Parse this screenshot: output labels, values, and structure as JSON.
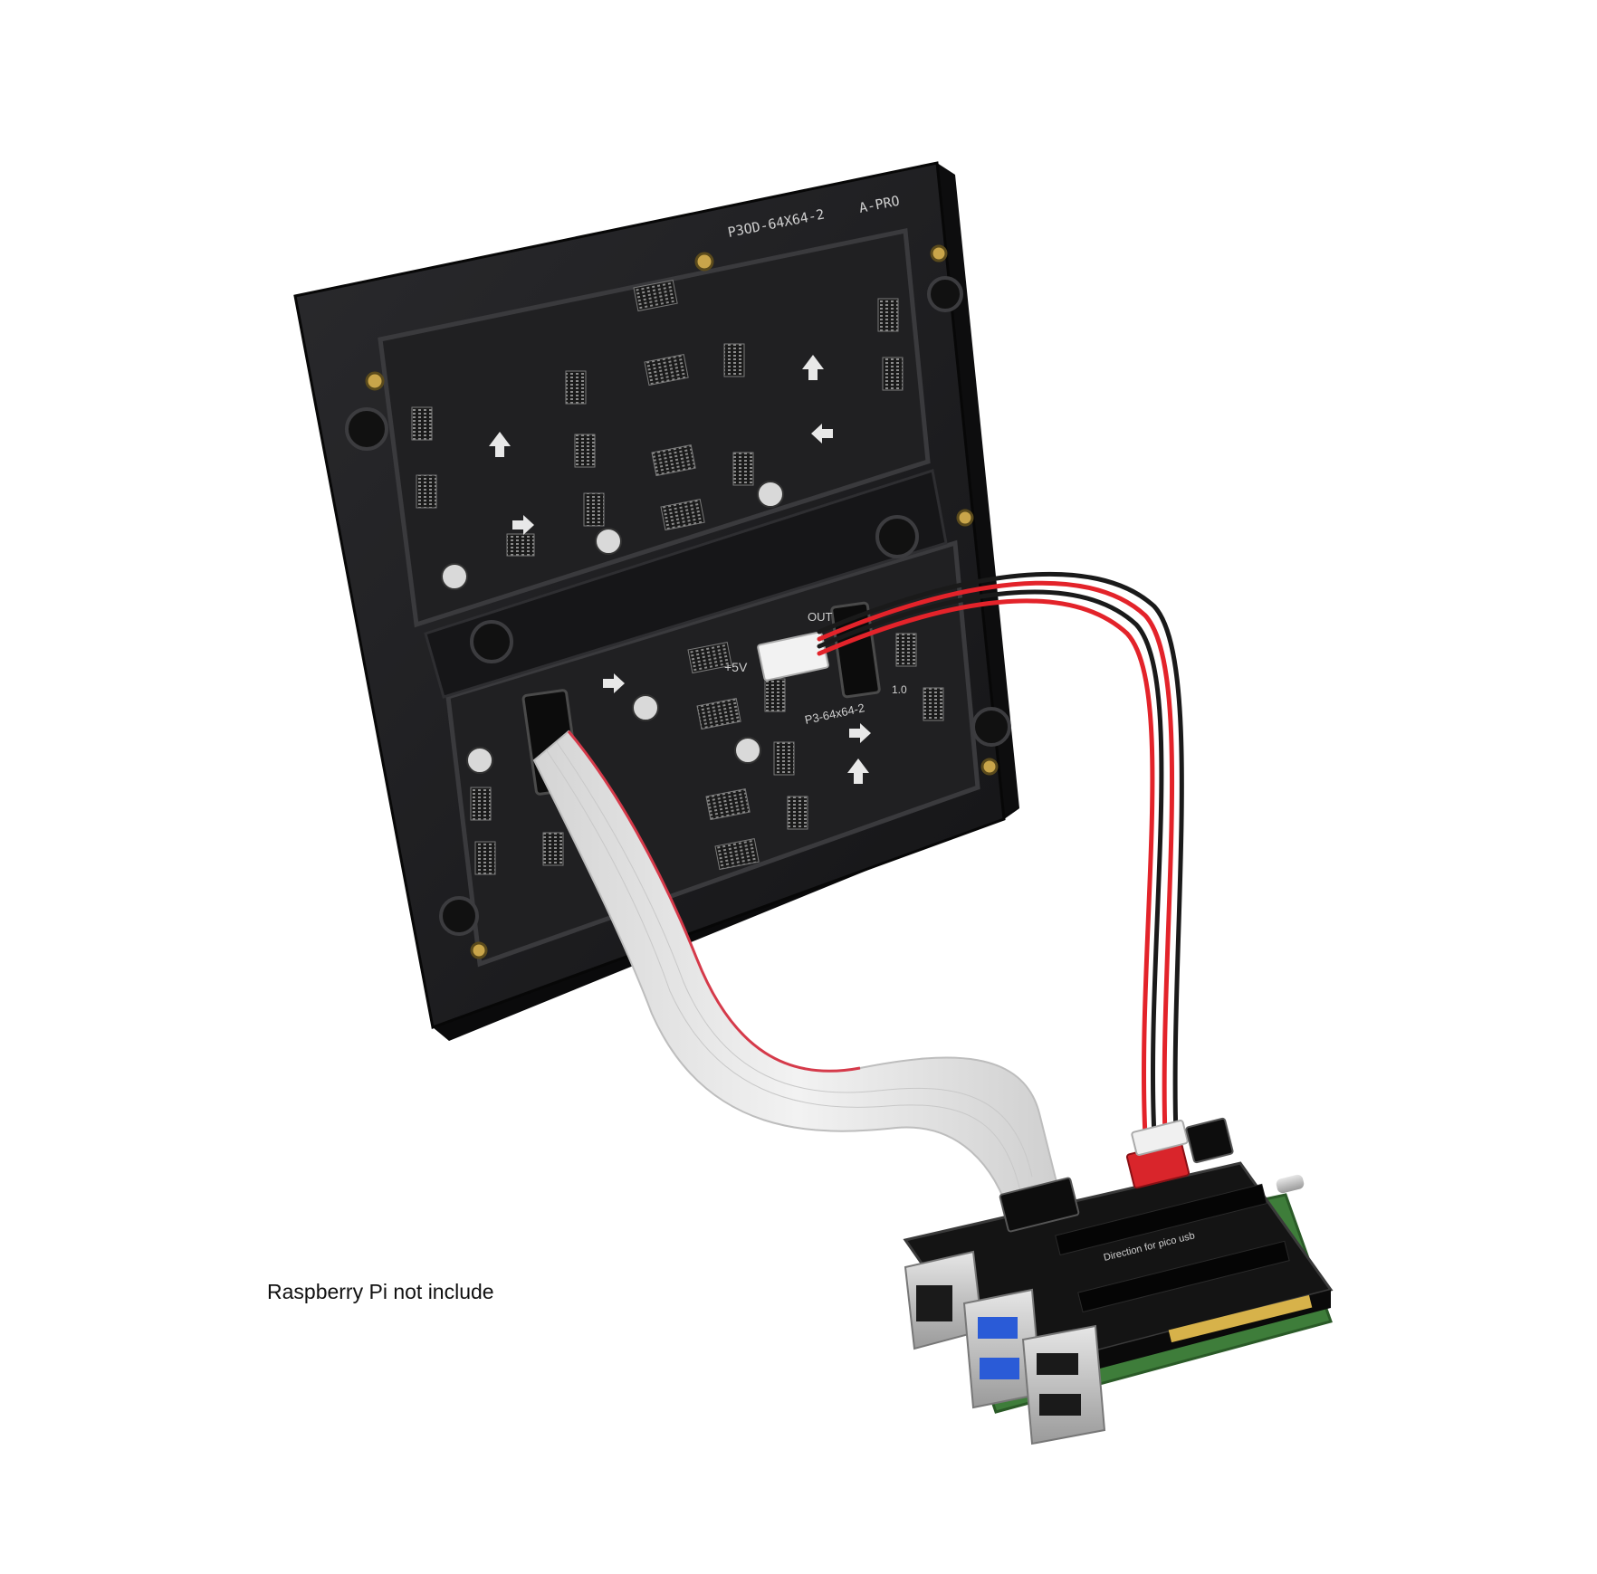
{
  "caption": "Raspberry Pi not include",
  "panel": {
    "model_label": "P3OD-64X64-2",
    "model_label_tail": "A-PRO",
    "board_label": "P3-64x64-2",
    "power_label": "+5V",
    "out_label": "OUT",
    "version_label": "1.0"
  },
  "hat": {
    "direction_label": "Direction for pico usb"
  },
  "colors": {
    "panel": "#1c1c1e",
    "panel_edge": "#0c0c0d",
    "ribbon": "#e4e4e4",
    "wire_red": "#e3232a",
    "wire_black": "#1a1a1a",
    "hat_board": "#141414",
    "pi_board": "#3e7d3a",
    "metal": "#c8c8c8",
    "usb_blue": "#2a5bd7"
  }
}
